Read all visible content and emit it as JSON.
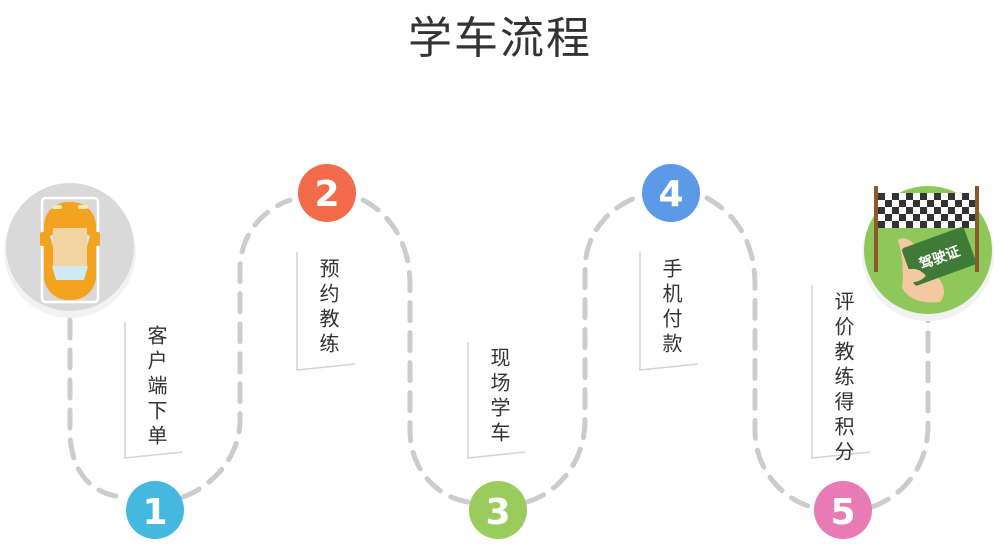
{
  "title": "学车流程",
  "colors": {
    "path": "#cccccc",
    "step1": "#45b8e0",
    "step2": "#f46b4c",
    "step3": "#9acb5d",
    "step4": "#5c9ae8",
    "step5": "#e87ab4",
    "card_border": "#d4d4d4",
    "text": "#333333"
  },
  "steps": [
    {
      "number": "1",
      "label": "客户端下单"
    },
    {
      "number": "2",
      "label": "预约教练"
    },
    {
      "number": "3",
      "label": "现场学车"
    },
    {
      "number": "4",
      "label": "手机付款"
    },
    {
      "number": "5",
      "label": "评价教练得积分"
    }
  ],
  "icons": {
    "start": "car-icon",
    "finish": "driving-license-flag-icon",
    "license_text": "驾驶证"
  }
}
